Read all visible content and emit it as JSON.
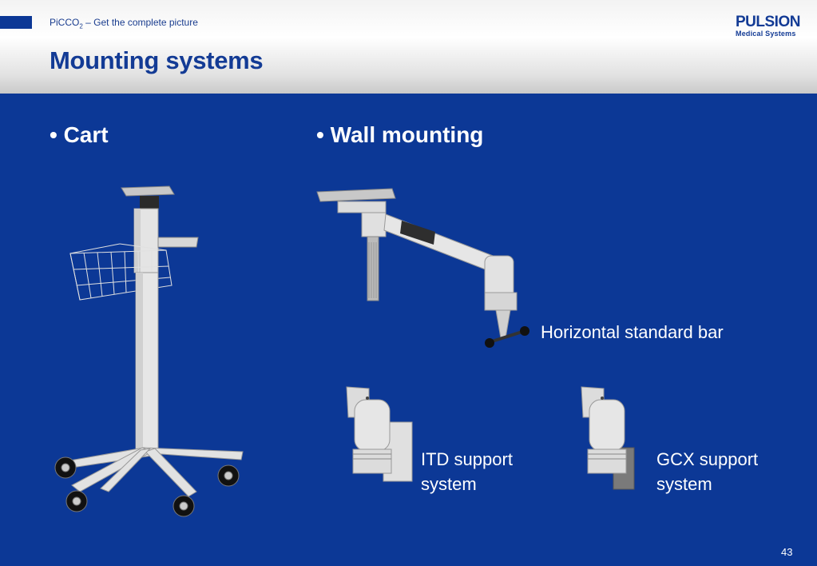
{
  "header": {
    "subtitle_prefix": "PiCCO",
    "subtitle_sub": "2",
    "subtitle_suffix": " – Get the complete picture",
    "title": "Mounting systems",
    "logo_line1": "PULSION",
    "logo_line2": "Medical Systems"
  },
  "bullets": {
    "cart": "• Cart",
    "wall": "• Wall mounting"
  },
  "captions": {
    "horizontal_bar": "Horizontal standard bar",
    "itd_line1": "ITD support",
    "itd_line2": "system",
    "gcx_line1": "GCX support",
    "gcx_line2": "system"
  },
  "page_number": "43",
  "colors": {
    "brand_blue": "#0c3896",
    "title_blue": "#133b95"
  }
}
